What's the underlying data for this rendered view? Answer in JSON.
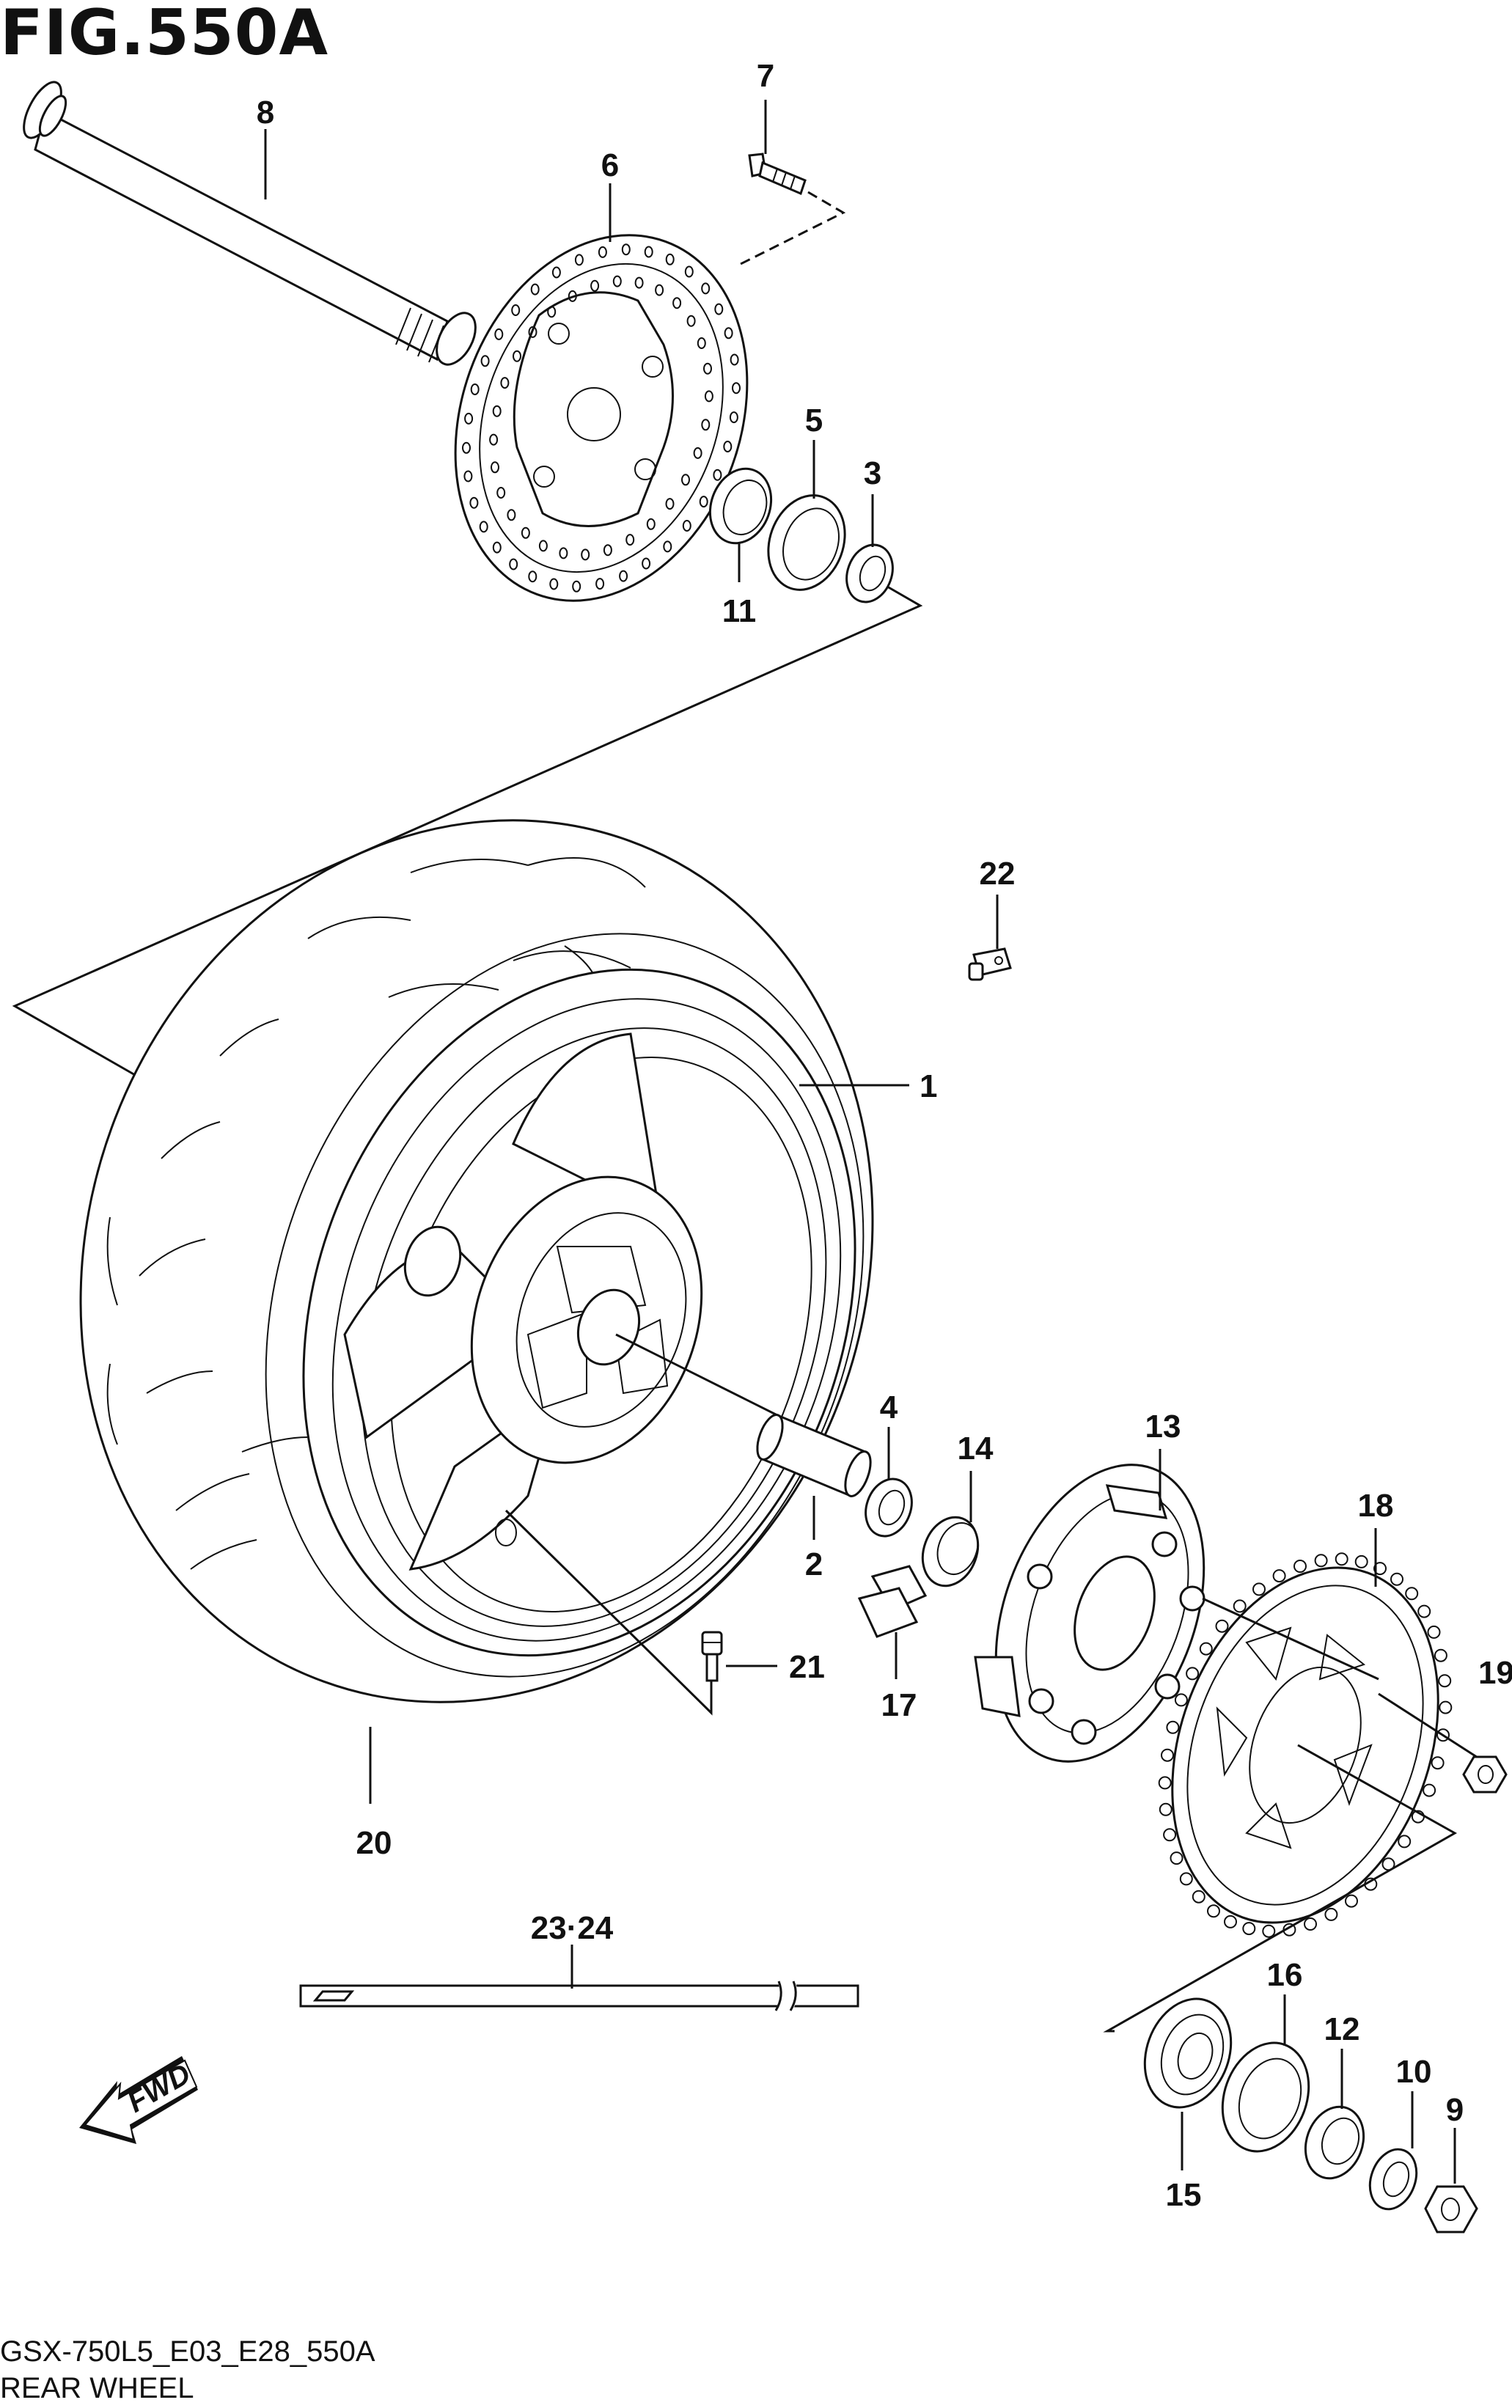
{
  "figure": {
    "title": "FIG.550A",
    "code": "GSX-750L5_E03_E28_550A",
    "name": "REAR WHEEL"
  },
  "callouts": {
    "c1": "1",
    "c2": "2",
    "c3": "3",
    "c4": "4",
    "c5": "5",
    "c6": "6",
    "c7": "7",
    "c8": "8",
    "c9": "9",
    "c10": "10",
    "c11": "11",
    "c12": "12",
    "c13": "13",
    "c14": "14",
    "c15": "15",
    "c16": "16",
    "c17": "17",
    "c18": "18",
    "c19": "19",
    "c20": "20",
    "c21": "21",
    "c22": "22",
    "c2324": "23·24"
  },
  "fwd_badge": {
    "label": "FWD",
    "icon": "forward-arrow-icon"
  },
  "colors": {
    "ink": "#111111",
    "paper": "#ffffff"
  }
}
